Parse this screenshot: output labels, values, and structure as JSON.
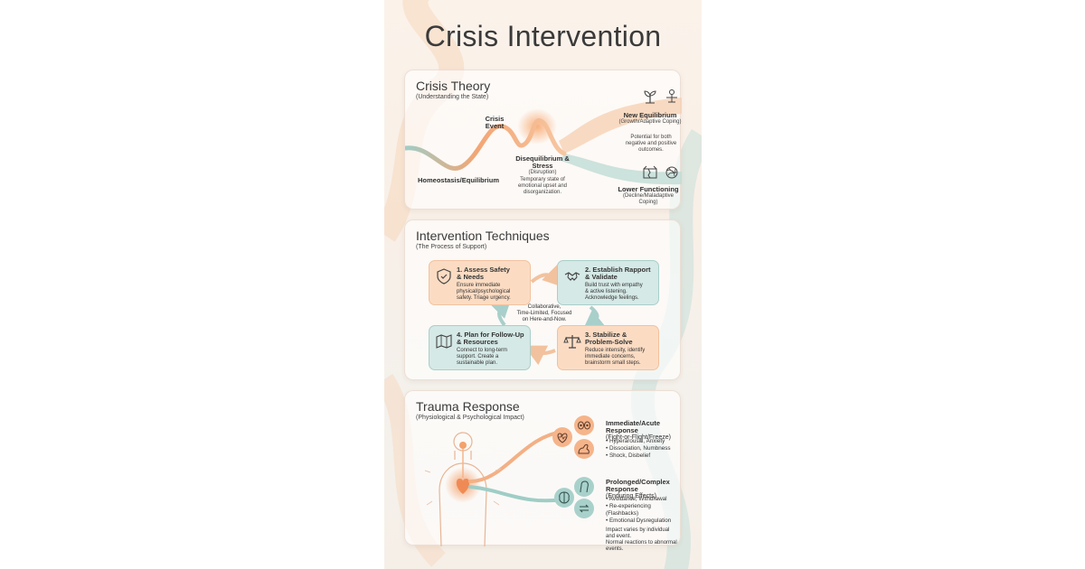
{
  "title": "Crisis Intervention",
  "colors": {
    "peach": "#f4a877",
    "teal": "#8fc2bb",
    "text": "#2f2f2f"
  },
  "theory": {
    "title": "Crisis Theory",
    "subtitle": "(Understanding the State)",
    "homeostasis": "Homeostasis/Equilibrium",
    "crisis_event": [
      "Crisis",
      "Event"
    ],
    "disequilibrium_title": "Disequilibrium & Stress",
    "disequilibrium_sub": "(Disruption)",
    "disequilibrium_desc": [
      "Temporary state of",
      "emotional upset and",
      "disorganization."
    ],
    "new_eq_title": "New Equilibrium",
    "new_eq_sub": "(Growth/Adaptive Coping)",
    "potential": [
      "Potential for both",
      "negative and positive",
      "outcomes."
    ],
    "lower_title": "Lower Functioning",
    "lower_sub": "(Decline/Maladaptive Coping)",
    "icons": [
      "sprout-icon",
      "scale-icon",
      "broken-box-icon",
      "tangle-icon"
    ]
  },
  "techniques": {
    "title": "Intervention Techniques",
    "subtitle": "(The Process of Support)",
    "center": [
      "Collaborative,",
      "Time-Limited, Focused",
      "on Here-and-Now."
    ],
    "steps": [
      {
        "title": [
          "1. Assess Safety",
          "& Needs"
        ],
        "desc": [
          "Ensure immediate",
          "physical/psychological",
          "safety. Triage urgency."
        ],
        "icon": "shield-icon"
      },
      {
        "title": [
          "2. Establish Rapport",
          "& Validate"
        ],
        "desc": [
          "Build trust with empathy",
          "& active listening.",
          "Acknowledge feelings."
        ],
        "icon": "handshake-icon"
      },
      {
        "title": [
          "3. Stabilize &",
          "Problem-Solve"
        ],
        "desc": [
          "Reduce intensity, identify",
          "immediate concerns,",
          "brainstorm small steps."
        ],
        "icon": "balance-icon"
      },
      {
        "title": [
          "4. Plan for Follow-Up",
          "& Resources"
        ],
        "desc": [
          "Connect to long-term",
          "support. Create a",
          "sustainable plan."
        ],
        "icon": "map-icon"
      }
    ]
  },
  "trauma": {
    "title": "Trauma Response",
    "subtitle": "(Physiological & Psychological Impact)",
    "acute_title": "Immediate/Acute Response",
    "acute_sub": "(Fight-or-Flight/Freeze)",
    "acute_items": [
      "Hyperarousal, Anxiety",
      "Dissociation, Numbness",
      "Shock, Disbelief"
    ],
    "complex_title": "Prolonged/Complex Response",
    "complex_sub": "(Enduring Effects)",
    "complex_items": [
      "Avoidance, Withdrawal",
      "Re-experiencing (Flashbacks)",
      "Emotional Dysregulation"
    ],
    "footer": [
      "Impact varies by individual and event.",
      "Normal reactions to abnormal events."
    ]
  }
}
